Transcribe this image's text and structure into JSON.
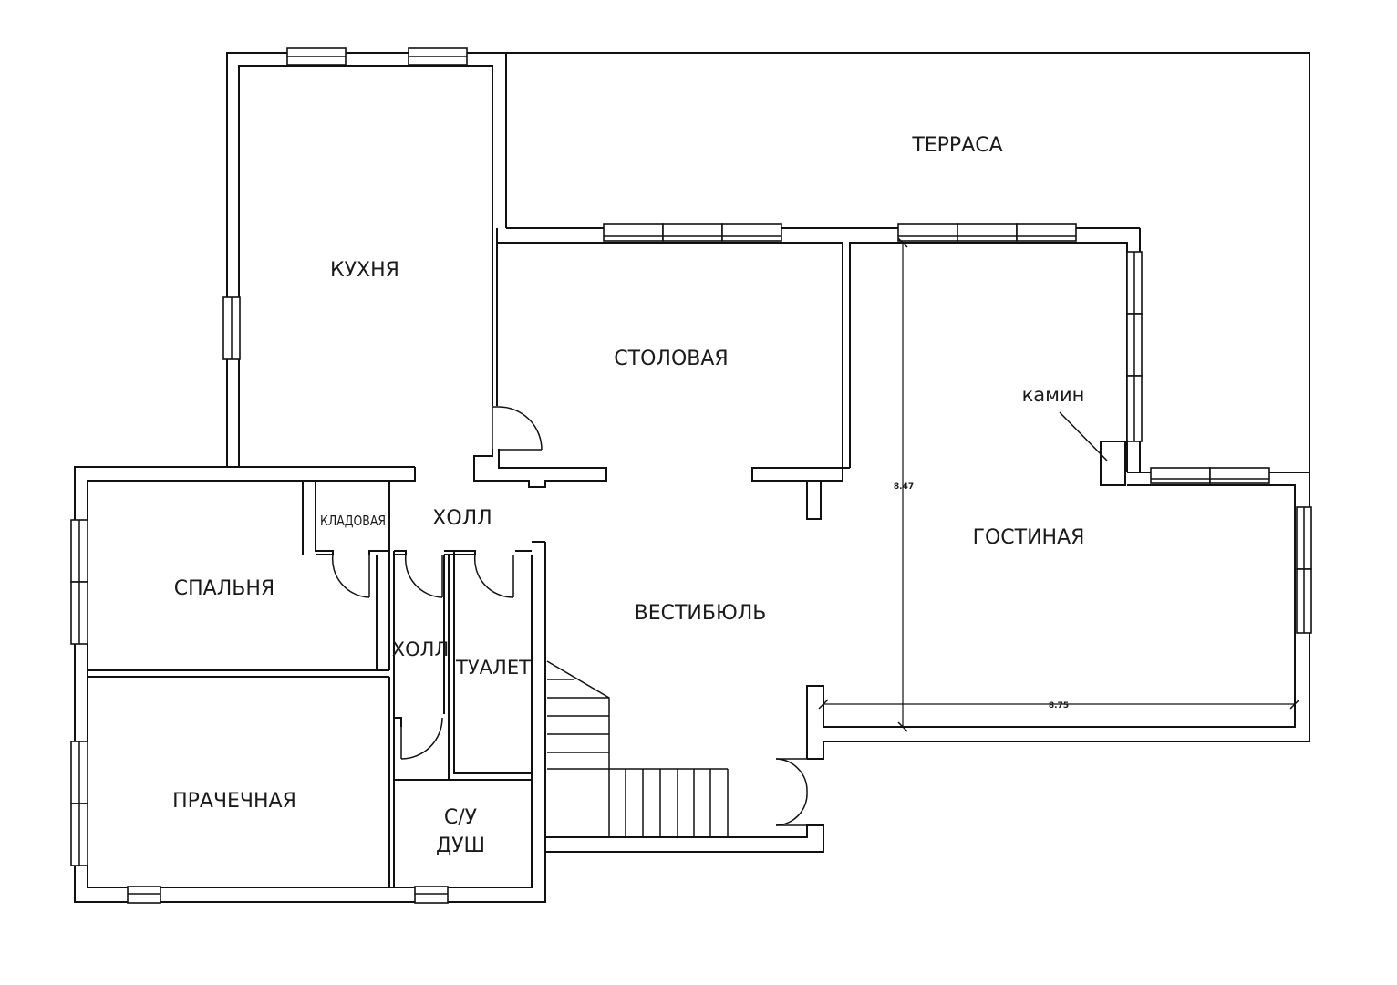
{
  "plan": {
    "rooms": {
      "terrace": "ТЕРРАСА",
      "kitchen": "КУХНЯ",
      "dining": "СТОЛОВАЯ",
      "living": "ГОСТИНАЯ",
      "pantry": "КЛАДОВАЯ",
      "hall_top": "ХОЛЛ",
      "hall_mid": "ХОЛЛ",
      "bedroom": "СПАЛЬНЯ",
      "vestibule": "ВЕСТИБЮЛЬ",
      "toilet": "ТУАЛЕТ",
      "laundry": "ПРАЧЕЧНАЯ",
      "bath_line1": "С/У",
      "bath_line2": "ДУШ"
    },
    "fireplace_label": "камин",
    "dimensions": {
      "height": "8.47",
      "width": "8.75"
    },
    "colors": {
      "line": "#111111",
      "background": "#ffffff"
    }
  }
}
